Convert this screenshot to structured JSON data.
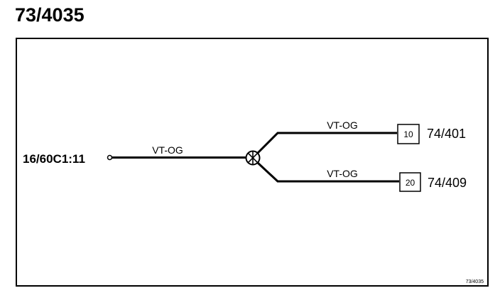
{
  "title": "73/4035",
  "source": {
    "label": "16/60C1:11"
  },
  "wires": {
    "main": "VT-OG",
    "upper": "VT-OG",
    "lower": "VT-OG"
  },
  "connectors": [
    {
      "pin": "10",
      "label": "74/401"
    },
    {
      "pin": "20",
      "label": "74/409"
    }
  ],
  "footer": "73/4035"
}
